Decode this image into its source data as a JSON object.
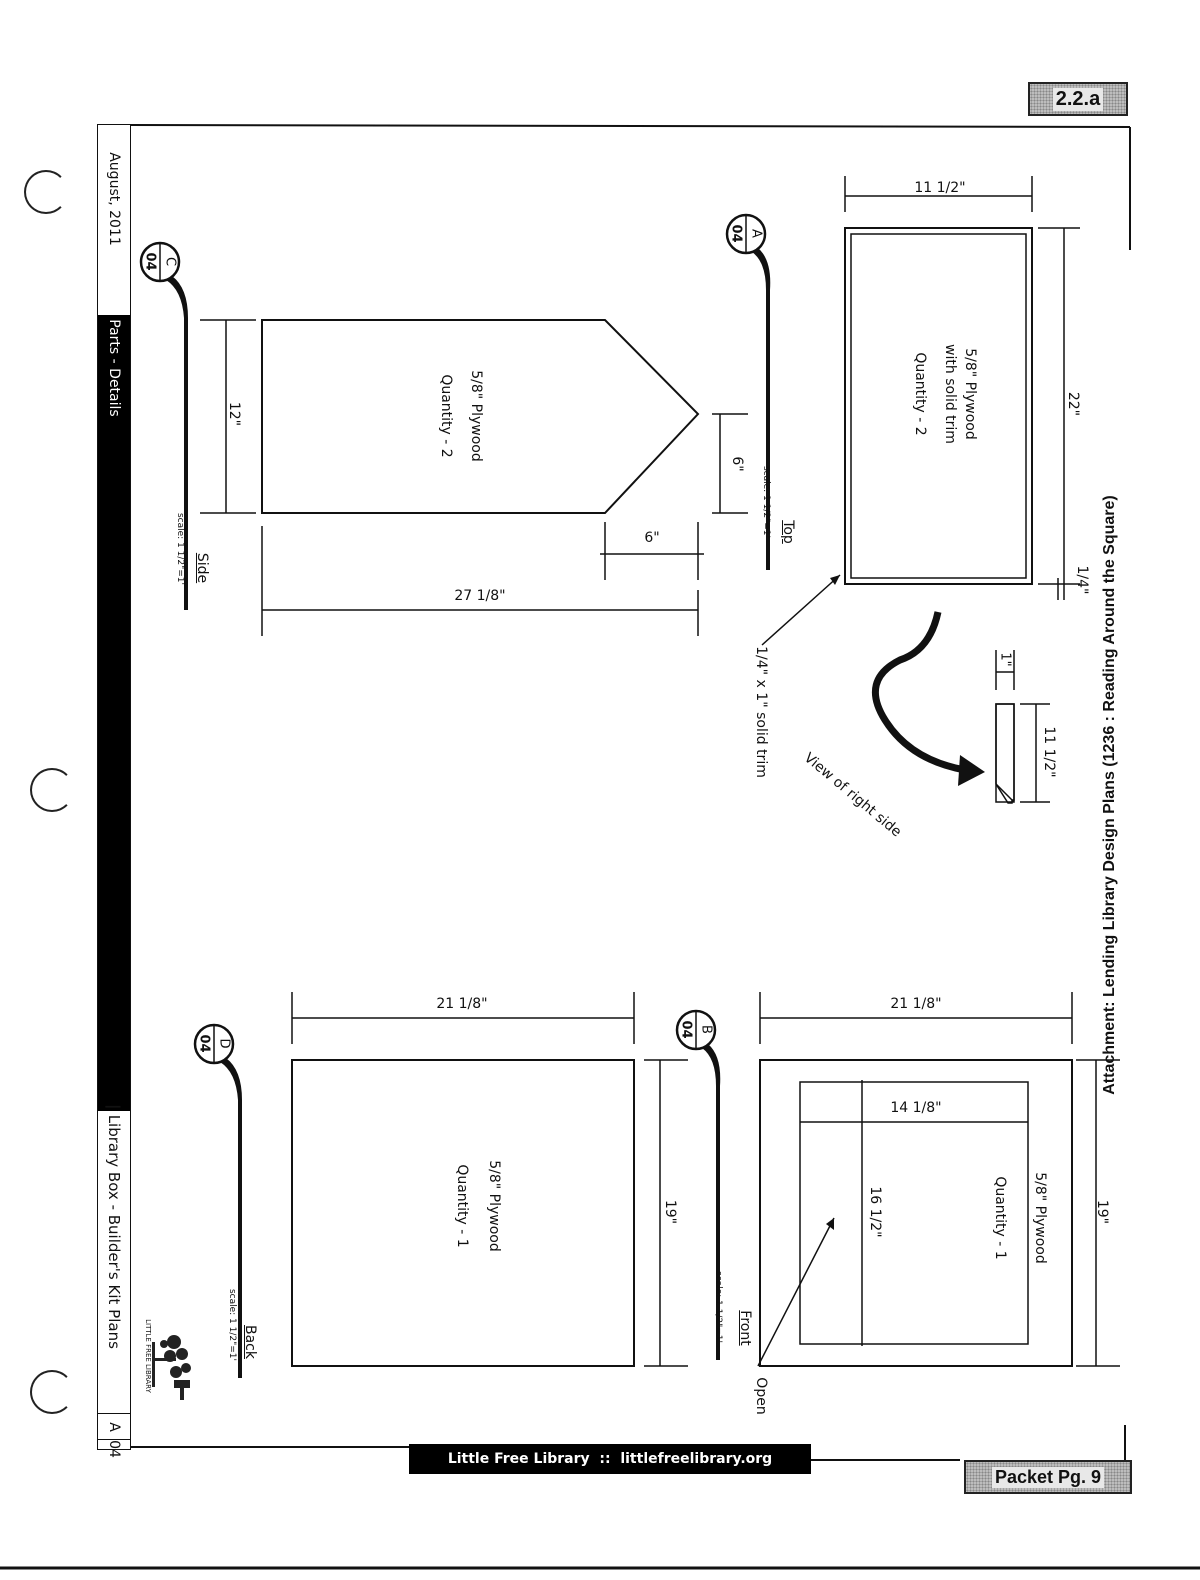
{
  "badges": {
    "top": "2.2.a",
    "bottom": "Packet Pg. 9"
  },
  "attachment": "Attachment: Lending Library Design Plans  (1236 : Reading Around the Square)",
  "title_block": {
    "date": "August, 2011",
    "section": "Parts - Details",
    "title": "Library Box - Builder's Kit Plans",
    "sheet_letter": "A",
    "sheet_number": "04",
    "logo_text": "LITTLE FREE LIBRARY"
  },
  "footer": "Little Free Library  ::  littlefreelibrary.org",
  "parts": {
    "top": {
      "tag_letter": "A",
      "tag_number": "04",
      "view": "Top",
      "scale": "scale: 1 1/2\"=1'",
      "material": "5/8\" Plywood",
      "material2": "with solid trim",
      "quantity": "Quantity - 2",
      "dim_width": "11 1/2\"",
      "dim_length": "22\"",
      "dim_trim": "1/4\""
    },
    "trim": {
      "label": "1/4\" x 1\" solid trim",
      "view_note": "View of  right side",
      "dim_height": "1\"",
      "dim_width": "11 1/2\""
    },
    "side": {
      "tag_letter": "C",
      "tag_number": "04",
      "view": "Side",
      "scale": "scale: 1 1/2\"=1'",
      "material": "5/8\" Plywood",
      "quantity": "Quantity - 2",
      "dim_width": "12\"",
      "dim_peak_v": "6\"",
      "dim_peak_h": "6\"",
      "dim_length": "27 1/8\""
    },
    "back": {
      "tag_letter": "D",
      "tag_number": "04",
      "view": "Back",
      "scale": "scale: 1 1/2\"=1'",
      "material": "5/8\" Plywood",
      "quantity": "Quantity - 1",
      "dim_width": "21 1/8\"",
      "dim_height": "19\""
    },
    "front": {
      "tag_letter": "B",
      "tag_number": "04",
      "view": "Front",
      "scale": "scale: 1 1/2\"=1'",
      "material": "5/8\" Plywood",
      "quantity": "Quantity - 1",
      "dim_width": "21 1/8\"",
      "dim_height": "19\"",
      "dim_open_w": "14 1/8\"",
      "dim_open_h": "16 1/2\"",
      "open_label": "Open"
    }
  }
}
